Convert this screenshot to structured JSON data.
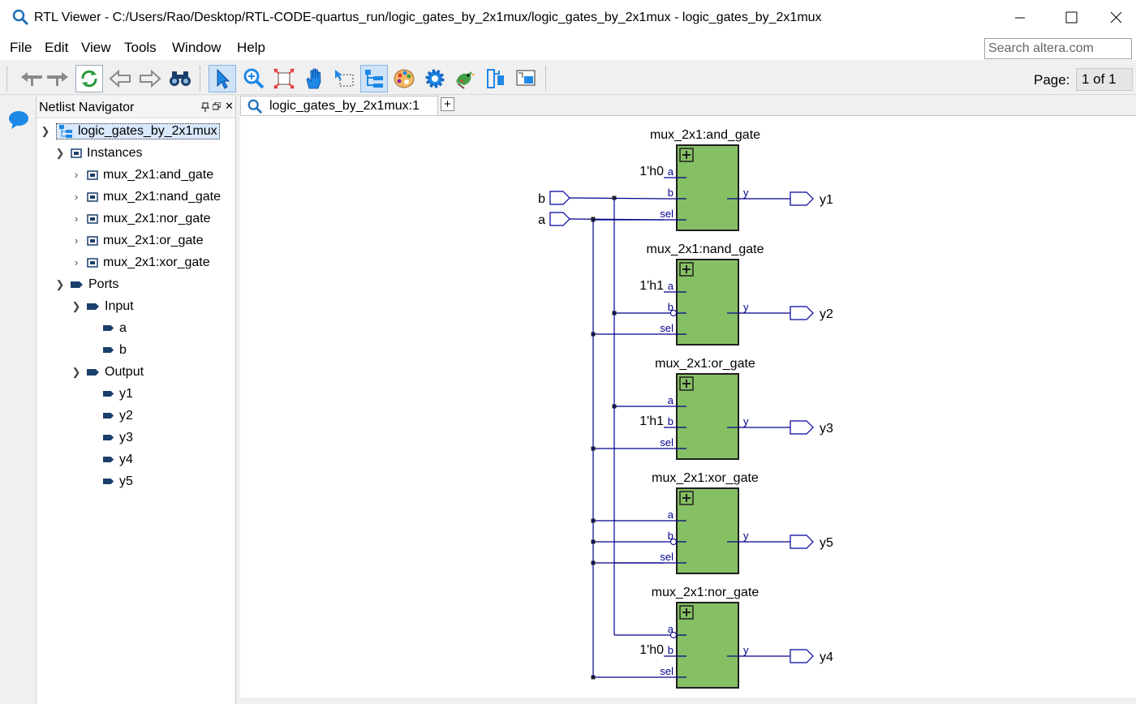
{
  "window": {
    "title": "RTL Viewer - C:/Users/Rao/Desktop/RTL-CODE-quartus_run/logic_gates_by_2x1mux/logic_gates_by_2x1mux - logic_gates_by_2x1mux"
  },
  "menu": [
    "File",
    "Edit",
    "View",
    "Tools",
    "Window",
    "Help"
  ],
  "search": {
    "placeholder": "Search altera.com"
  },
  "toolbar": {
    "buttons": [
      "back-arrow",
      "forward-arrow",
      "refresh",
      "back",
      "forward",
      "find",
      "select",
      "zoom",
      "fit",
      "hand",
      "marquee",
      "netlist-view",
      "colors",
      "settings",
      "bird",
      "hierarchy",
      "export"
    ],
    "page_label": "Page:",
    "page_value": "1 of 1"
  },
  "navigator": {
    "title": "Netlist Navigator",
    "root": "logic_gates_by_2x1mux",
    "instances_label": "Instances",
    "instances": [
      "mux_2x1:and_gate",
      "mux_2x1:nand_gate",
      "mux_2x1:nor_gate",
      "mux_2x1:or_gate",
      "mux_2x1:xor_gate"
    ],
    "ports_label": "Ports",
    "input_label": "Input",
    "inputs": [
      "a",
      "b"
    ],
    "output_label": "Output",
    "outputs": [
      "y1",
      "y2",
      "y3",
      "y4",
      "y5"
    ]
  },
  "tab": {
    "label": "logic_gates_by_2x1mux:1",
    "add": "+"
  },
  "schematic": {
    "input_ports": [
      "b",
      "a"
    ],
    "pin_labels": {
      "a": "a",
      "b": "b",
      "sel": "sel",
      "y": "y"
    },
    "blocks": [
      {
        "name": "mux_2x1:and_gate",
        "const_label": "1'h0",
        "output": "y1"
      },
      {
        "name": "mux_2x1:nand_gate",
        "const_label": "1'h1",
        "output": "y2"
      },
      {
        "name": "mux_2x1:or_gate",
        "const_label": "1'h1",
        "output": "y3"
      },
      {
        "name": "mux_2x1:xor_gate",
        "const_label": "",
        "output": "y5"
      },
      {
        "name": "mux_2x1:nor_gate",
        "const_label": "1'h0",
        "output": "y4"
      }
    ],
    "colors": {
      "block_fill": "#86c064",
      "wire": "#00008b",
      "port": "#00009c"
    }
  }
}
